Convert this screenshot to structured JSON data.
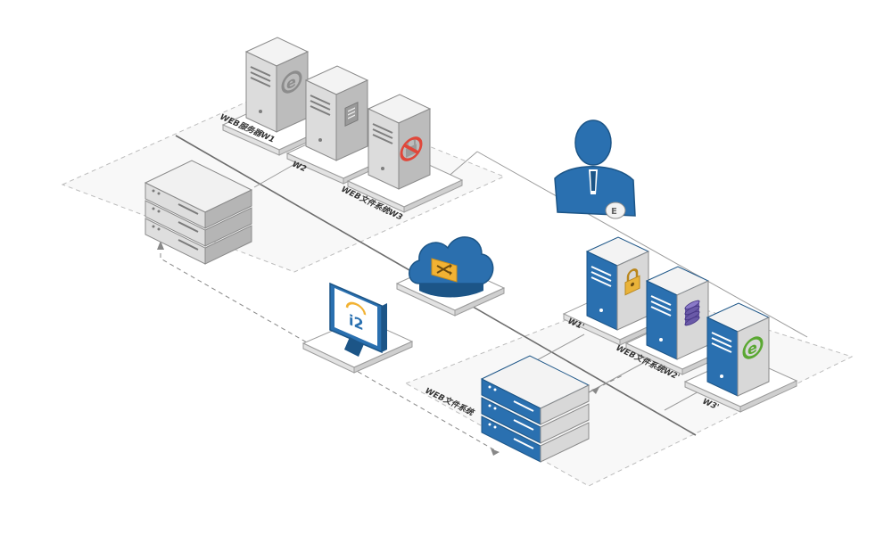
{
  "labels": {
    "web_server_w1": "WEB服务器W1",
    "w2": "W2",
    "web_doc_w3": "WEB文件系统W3",
    "w1_prime": "W1'",
    "web_doc_w2_prime": "WEB文件系统W2'",
    "w3_prime": "W3'",
    "web_doc_system": "WEB文件系统"
  },
  "monitor_logo": "i2",
  "person_badge": "E",
  "colors": {
    "gray_face_light": "#e9e9e9",
    "gray_face_mid": "#cfcfcf",
    "gray_face_dark": "#a9a9a9",
    "blue_primary": "#2a70b0",
    "blue_dark": "#1c5587",
    "cloud_blue": "#2b6fae",
    "cloud_icon": "#f2b233",
    "lock_gold": "#e9b33a",
    "db_purple": "#6a5aa8",
    "ie_green": "#5aa832",
    "forbid_red": "#e0473a",
    "ie_gray": "#8c8c8c"
  },
  "icons": {
    "w1": "ie-icon",
    "w2": "document-icon",
    "w3": "forbidden-icon",
    "w1p": "lock-icon",
    "w2p": "database-icon",
    "w3p": "ie-icon",
    "cloud": "shuffle-icon",
    "monitor": "i2-logo-icon",
    "person": "user-icon"
  }
}
